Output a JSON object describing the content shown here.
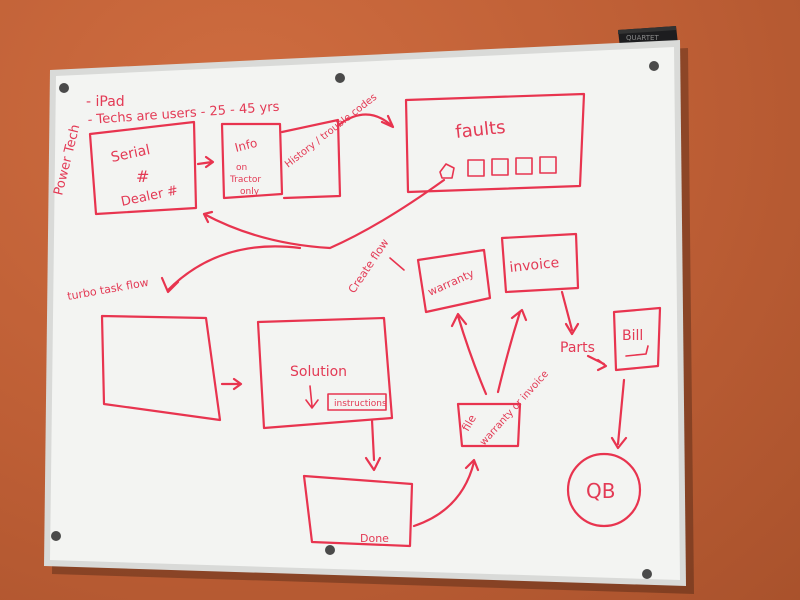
{
  "board": {
    "header_left": "Power Tech",
    "header_ipad": "- iPad",
    "header_techs": "- Techs  are users - 25 - 45 yrs",
    "box_serial_line1": "Serial",
    "box_serial_line2": "#",
    "box_serial_line3": "Dealer #",
    "box_info_line1": "Info",
    "box_info_line2": "on",
    "box_info_line3": "Tractor",
    "box_info_line4": "only",
    "history_label": "History / trouble codes",
    "faults_label": "faults",
    "create_flow_label": "Create flow",
    "turbo_task_label": "turbo task flow",
    "solution_label": "Solution",
    "instructions_label": "instructions",
    "done_label": "Done",
    "warranty_label": "warranty",
    "invoice_label": "invoice",
    "file_label_line1": "file",
    "file_label_line2": "warranty or invoice",
    "parts_label": "Parts",
    "bill_label": "Bill",
    "qb_label": "QB",
    "brand_tag": "QUARTET"
  },
  "colors": {
    "wall": "#c2643a",
    "board": "#f3f4f2",
    "marker": "#e8344f",
    "frame": "#d9dad8"
  },
  "icons": {
    "mount_screw": "screw-icon",
    "eraser": "eraser-icon"
  }
}
